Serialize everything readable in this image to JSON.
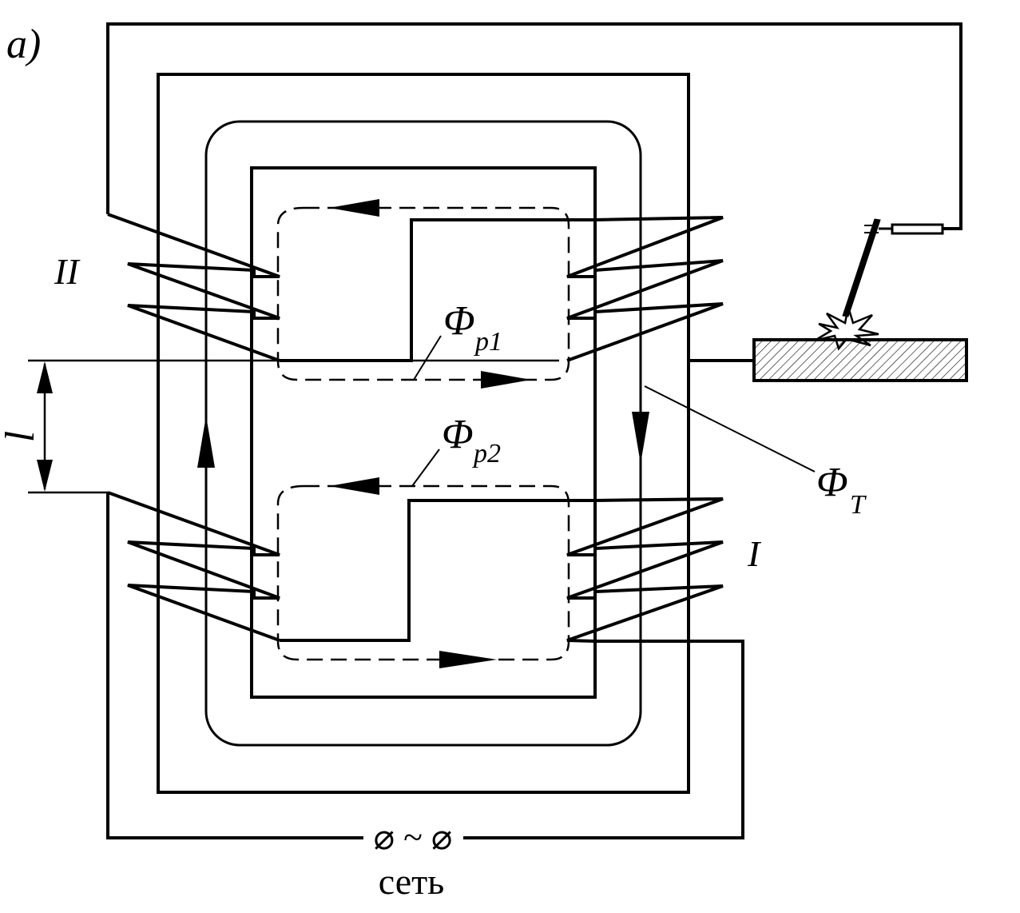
{
  "figure": {
    "panel_label": "a)",
    "winding_secondary_label": "II",
    "winding_primary_label": "I",
    "gap_label": "l",
    "flux_p1_main": "Φ",
    "flux_p1_sub": "p1",
    "flux_p2_main": "Φ",
    "flux_p2_sub": "p2",
    "flux_t_main": "Φ",
    "flux_t_sub": "T",
    "mains_symbol": "⌀ ~ ⌀",
    "mains_label": "сеть"
  }
}
